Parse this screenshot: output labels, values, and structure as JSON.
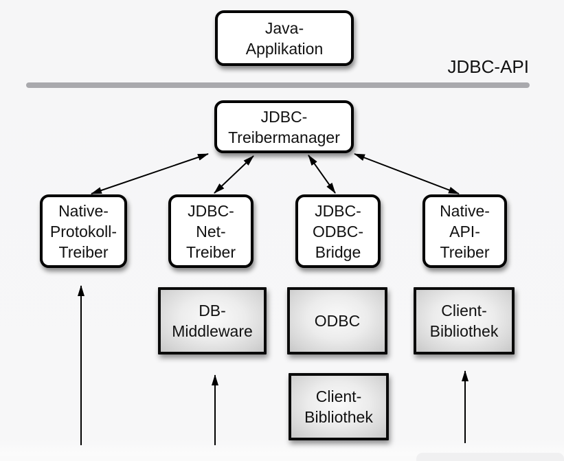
{
  "diagram": {
    "api_label": "JDBC-API",
    "nodes": {
      "java_app": {
        "lines": [
          "Java-",
          "Applikation"
        ],
        "style": "rounded-white"
      },
      "treibermanager": {
        "lines": [
          "JDBC-",
          "Treibermanager"
        ],
        "style": "rounded-white"
      },
      "native_protokoll": {
        "lines": [
          "Native-",
          "Protokoll-",
          "Treiber"
        ],
        "style": "rounded-white"
      },
      "jdbc_net": {
        "lines": [
          "JDBC-",
          "Net-",
          "Treiber"
        ],
        "style": "rounded-white"
      },
      "jdbc_odbc": {
        "lines": [
          "JDBC-",
          "ODBC-",
          "Bridge"
        ],
        "style": "rounded-white"
      },
      "native_api": {
        "lines": [
          "Native-",
          "API-",
          "Treiber"
        ],
        "style": "rounded-white"
      },
      "db_middleware": {
        "lines": [
          "DB-",
          "Middleware"
        ],
        "style": "gray-gradient"
      },
      "odbc": {
        "lines": [
          "ODBC"
        ],
        "style": "gray-gradient"
      },
      "client_bibliothek_right": {
        "lines": [
          "Client-",
          "Bibliothek"
        ],
        "style": "gray-gradient"
      },
      "client_bibliothek_bottom": {
        "lines": [
          "Client-",
          "Bibliothek"
        ],
        "style": "gray-gradient"
      }
    },
    "connections": [
      {
        "from": "treibermanager",
        "to": "native_protokoll",
        "type": "double-headed-arrow"
      },
      {
        "from": "treibermanager",
        "to": "jdbc_net",
        "type": "double-headed-arrow"
      },
      {
        "from": "treibermanager",
        "to": "jdbc_odbc",
        "type": "double-headed-arrow"
      },
      {
        "from": "treibermanager",
        "to": "native_api",
        "type": "double-headed-arrow"
      },
      {
        "from": "bottom-edge",
        "to": "native_protokoll",
        "type": "up-arrow"
      },
      {
        "from": "bottom-edge",
        "to": "db_middleware",
        "type": "up-arrow"
      },
      {
        "from": "bottom-edge",
        "to": "client_bibliothek_right",
        "type": "up-arrow"
      }
    ],
    "colors": {
      "background": "#f7f7f8",
      "box_fill": "#ffffff",
      "box_border": "#000000",
      "gray_box_center": "#fafafa",
      "gray_box_edge": "#c7c7c7",
      "divider": "#a9a9ad",
      "text": "#111111",
      "arrow": "#000000"
    }
  }
}
